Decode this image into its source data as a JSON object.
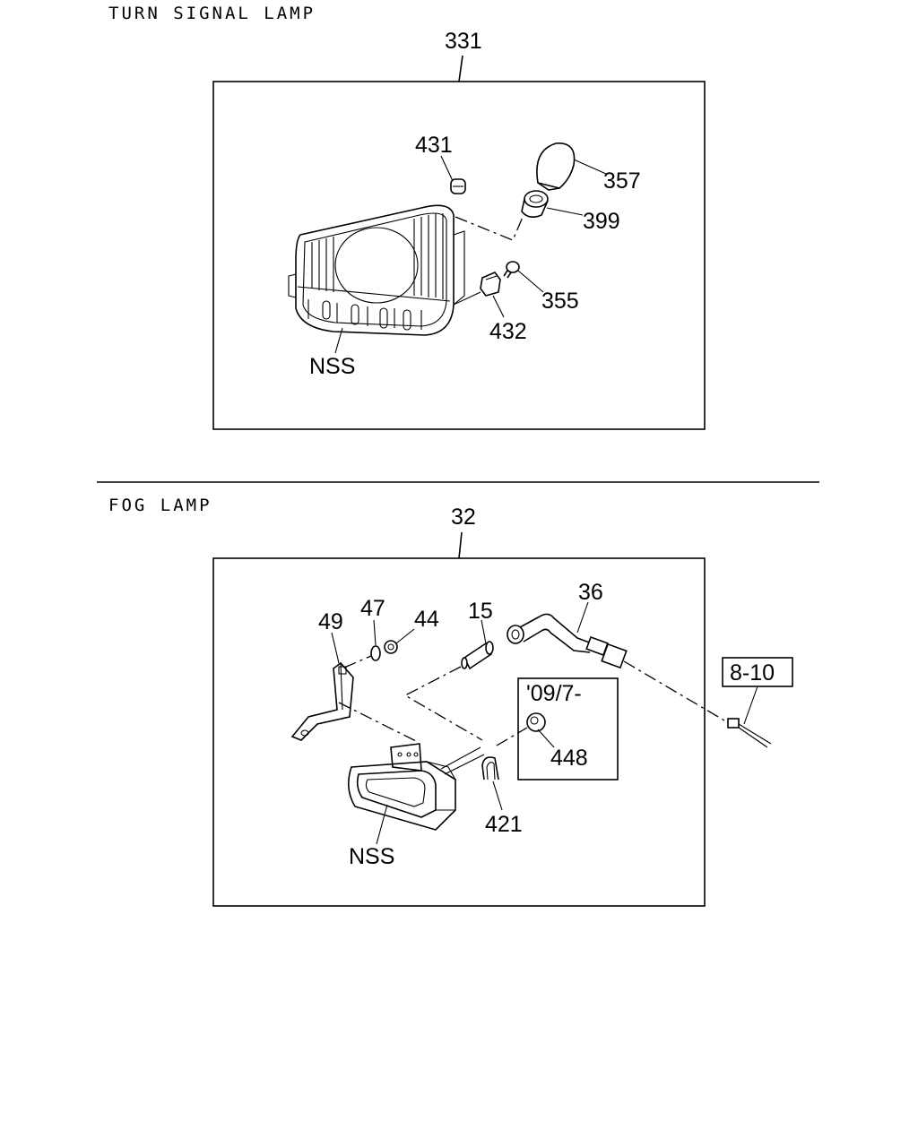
{
  "sections": {
    "turn_signal": {
      "title": "TURN SIGNAL LAMP",
      "assembly_ref": "331",
      "callouts": {
        "p431": "431",
        "p357": "357",
        "p399": "399",
        "p355": "355",
        "p432": "432",
        "nss": "NSS"
      }
    },
    "fog_lamp": {
      "title": "FOG LAMP",
      "assembly_ref": "32",
      "callouts": {
        "p36": "36",
        "p49": "49",
        "p47": "47",
        "p44": "44",
        "p15": "15",
        "p448": "448",
        "p421": "421",
        "nss": "NSS"
      },
      "date_note": "'09/7-",
      "external_ref": "8-10"
    }
  }
}
